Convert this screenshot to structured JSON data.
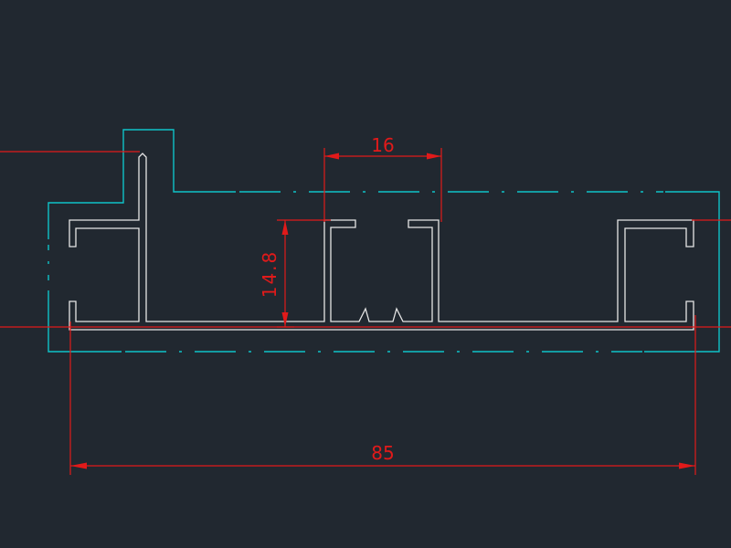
{
  "colors": {
    "background": "#212830",
    "profile": "#e6e6e6",
    "boundary": "#0fc3c8",
    "dimension": "#e11a1a"
  },
  "dimensions": {
    "slot_width": "16",
    "slot_height": "14.8",
    "overall_width": "85"
  }
}
